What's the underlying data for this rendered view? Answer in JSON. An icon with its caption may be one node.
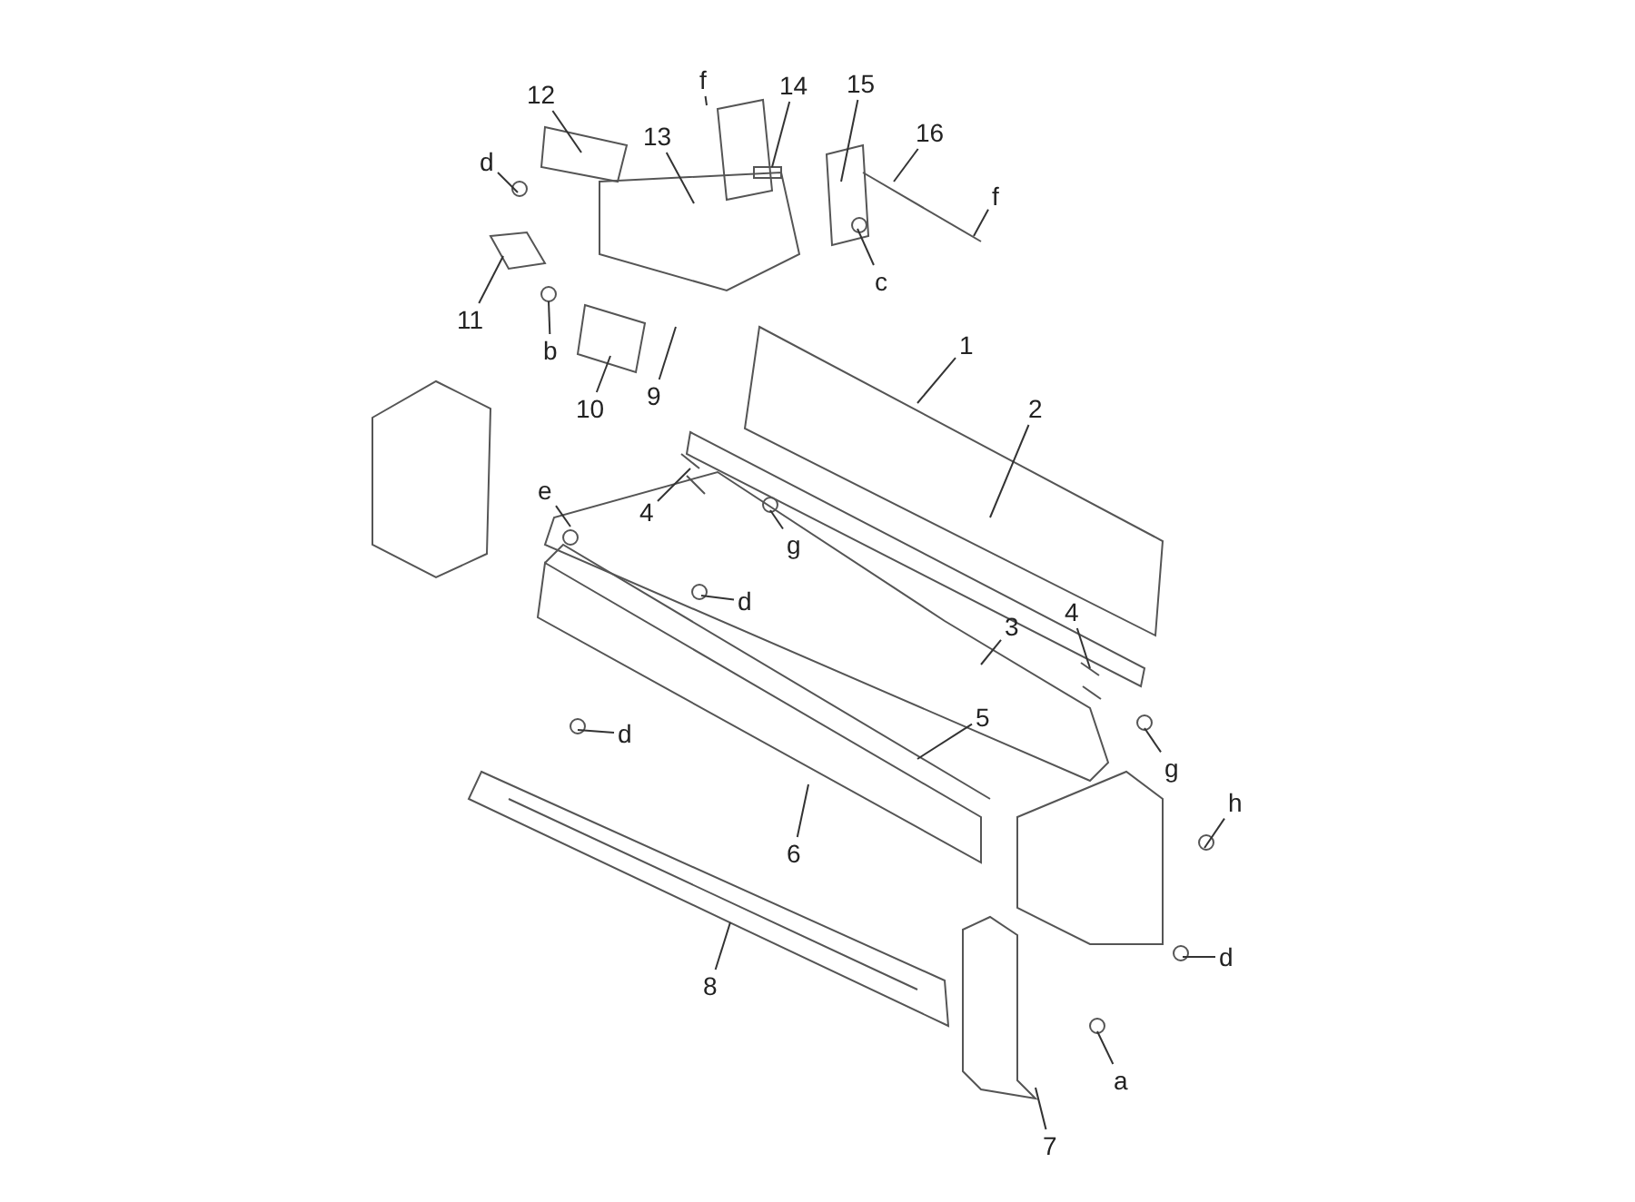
{
  "diagram": {
    "nodes": [
      {
        "text": [
          "f"
        ]
      },
      {
        "text": [
          "15"
        ]
      },
      {
        "text": [
          "14"
        ]
      },
      {
        "text": [
          "12"
        ]
      },
      {
        "text": [
          "16"
        ]
      },
      {
        "text": [
          "13"
        ]
      },
      {
        "text": [
          "d"
        ]
      },
      {
        "text": [
          "f"
        ]
      },
      {
        "text": [
          "c"
        ]
      },
      {
        "text": [
          "11"
        ]
      },
      {
        "text": [
          "1"
        ]
      },
      {
        "text": [
          "b"
        ]
      },
      {
        "text": [
          "9"
        ]
      },
      {
        "text": [
          "10"
        ]
      },
      {
        "text": [
          "2"
        ]
      },
      {
        "text": [
          "e"
        ]
      },
      {
        "text": [
          "4"
        ]
      },
      {
        "text": [
          "g"
        ]
      },
      {
        "text": [
          "d"
        ]
      },
      {
        "text": [
          "4"
        ]
      },
      {
        "text": [
          "3"
        ]
      },
      {
        "text": [
          "5"
        ]
      },
      {
        "text": [
          "d"
        ]
      },
      {
        "text": [
          "g"
        ]
      },
      {
        "text": [
          "h"
        ]
      },
      {
        "text": [
          "6"
        ]
      },
      {
        "text": [
          "d"
        ]
      },
      {
        "text": [
          "8"
        ]
      },
      {
        "text": [
          "a"
        ]
      },
      {
        "text": [
          "7"
        ]
      }
    ],
    "edges": [
      {
        "from": 0,
        "to": null,
        "arrow": "none"
      },
      {
        "from": 1,
        "to": null,
        "arrow": "none"
      },
      {
        "from": 2,
        "to": null,
        "arrow": "none"
      },
      {
        "from": 3,
        "to": null,
        "arrow": "none"
      },
      {
        "from": 4,
        "to": null,
        "arrow": "none"
      },
      {
        "from": 5,
        "to": null,
        "arrow": "none"
      },
      {
        "from": 6,
        "to": null,
        "arrow": "none"
      },
      {
        "from": 7,
        "to": null,
        "arrow": "none"
      },
      {
        "from": 8,
        "to": null,
        "arrow": "none"
      },
      {
        "from": 9,
        "to": null,
        "arrow": "none"
      },
      {
        "from": 10,
        "to": null,
        "arrow": "none"
      },
      {
        "from": 11,
        "to": null,
        "arrow": "none"
      },
      {
        "from": 12,
        "to": null,
        "arrow": "none"
      },
      {
        "from": 13,
        "to": null,
        "arrow": "none"
      },
      {
        "from": 14,
        "to": null,
        "arrow": "none"
      },
      {
        "from": 15,
        "to": null,
        "arrow": "none"
      },
      {
        "from": 16,
        "to": null,
        "arrow": "none"
      },
      {
        "from": 17,
        "to": null,
        "arrow": "none"
      },
      {
        "from": 18,
        "to": null,
        "arrow": "none"
      },
      {
        "from": 19,
        "to": null,
        "arrow": "none"
      },
      {
        "from": 20,
        "to": null,
        "arrow": "none"
      },
      {
        "from": 21,
        "to": null,
        "arrow": "none"
      },
      {
        "from": 22,
        "to": null,
        "arrow": "none"
      },
      {
        "from": 23,
        "to": null,
        "arrow": "none"
      },
      {
        "from": 24,
        "to": null,
        "arrow": "none"
      },
      {
        "from": 25,
        "to": null,
        "arrow": "none"
      },
      {
        "from": 26,
        "to": null,
        "arrow": "none"
      },
      {
        "from": 27,
        "to": null,
        "arrow": "none"
      },
      {
        "from": 28,
        "to": null,
        "arrow": "none"
      },
      {
        "from": 29,
        "to": null,
        "arrow": "none"
      }
    ]
  }
}
